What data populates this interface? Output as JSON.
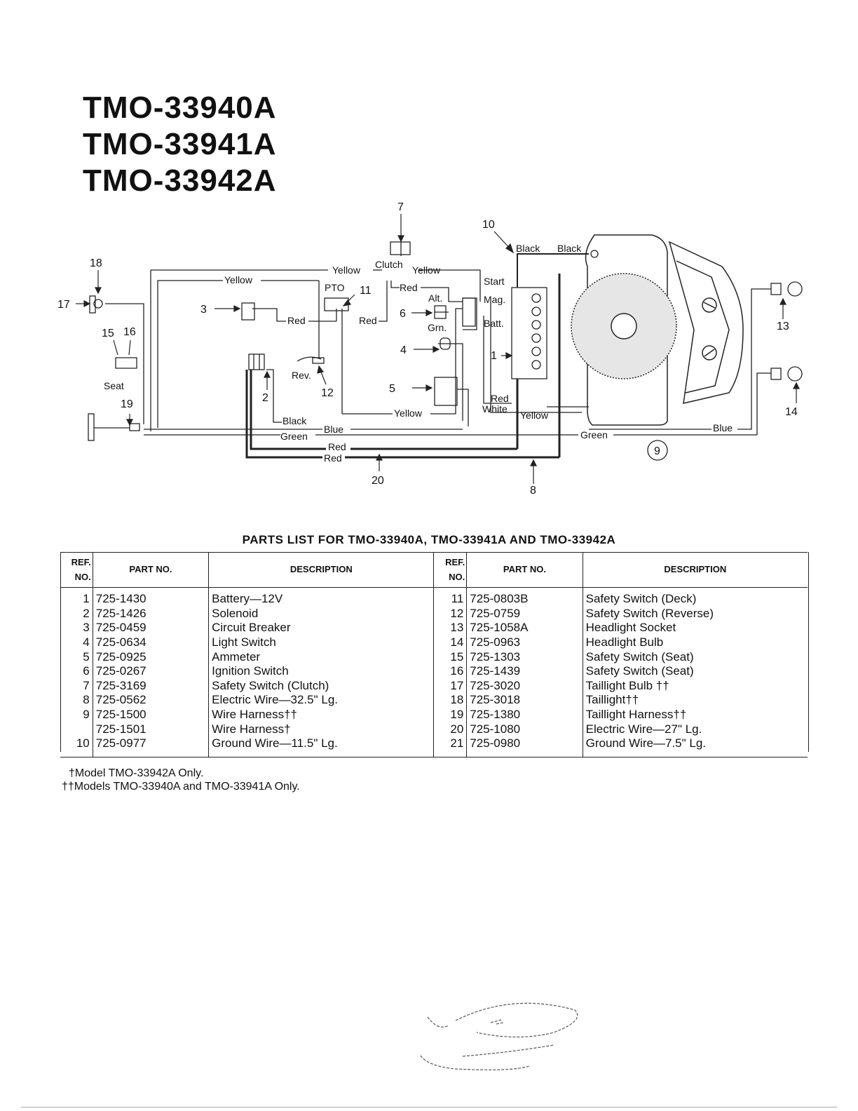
{
  "titles": [
    "TMO-33940A",
    "TMO-33941A",
    "TMO-33942A"
  ],
  "diagram": {
    "ref_labels": [
      "1",
      "2",
      "3",
      "4",
      "5",
      "6",
      "7",
      "8",
      "9",
      "10",
      "11",
      "12",
      "13",
      "14",
      "15",
      "16",
      "17",
      "18",
      "19",
      "20"
    ],
    "component_labels": {
      "clutch": "Clutch",
      "pto": "PTO",
      "start": "Start",
      "alt": "Alt.",
      "mag": "Mag.",
      "batt": "Batt.",
      "grn": "Grn.",
      "rev": "Rev.",
      "seat": "Seat"
    },
    "wire_labels": {
      "yellow": "Yellow",
      "red": "Red",
      "black": "Black",
      "blue": "Blue",
      "green": "Green",
      "white": "White"
    }
  },
  "parts_list": {
    "heading": "PARTS LIST FOR TMO-33940A, TMO-33941A AND TMO-33942A",
    "headers": {
      "ref": "REF. NO.",
      "part": "PART NO.",
      "desc": "DESCRIPTION"
    },
    "left": [
      {
        "ref": "1",
        "part": "725-1430",
        "desc": "Battery—12V"
      },
      {
        "ref": "2",
        "part": "725-1426",
        "desc": "Solenoid"
      },
      {
        "ref": "3",
        "part": "725-0459",
        "desc": "Circuit Breaker"
      },
      {
        "ref": "4",
        "part": "725-0634",
        "desc": "Light Switch"
      },
      {
        "ref": "5",
        "part": "725-0925",
        "desc": "Ammeter"
      },
      {
        "ref": "6",
        "part": "725-0267",
        "desc": "Ignition Switch"
      },
      {
        "ref": "7",
        "part": "725-3169",
        "desc": "Safety Switch (Clutch)"
      },
      {
        "ref": "8",
        "part": "725-0562",
        "desc": "Electric Wire—32.5\" Lg."
      },
      {
        "ref": "9",
        "part": "725-1500",
        "desc": "Wire Harness††"
      },
      {
        "ref": "",
        "part": "725-1501",
        "desc": "Wire Harness†"
      },
      {
        "ref": "10",
        "part": "725-0977",
        "desc": "Ground Wire—11.5\" Lg."
      }
    ],
    "right": [
      {
        "ref": "11",
        "part": "725-0803B",
        "desc": "Safety Switch (Deck)"
      },
      {
        "ref": "12",
        "part": "725-0759",
        "desc": "Safety Switch (Reverse)"
      },
      {
        "ref": "13",
        "part": "725-1058A",
        "desc": "Headlight Socket"
      },
      {
        "ref": "14",
        "part": "725-0963",
        "desc": "Headlight Bulb"
      },
      {
        "ref": "15",
        "part": "725-1303",
        "desc": "Safety Switch (Seat)"
      },
      {
        "ref": "16",
        "part": "725-1439",
        "desc": "Safety Switch (Seat)"
      },
      {
        "ref": "17",
        "part": "725-3020",
        "desc": "Taillight Bulb ††"
      },
      {
        "ref": "18",
        "part": "725-3018",
        "desc": "Taillight††"
      },
      {
        "ref": "19",
        "part": "725-1380",
        "desc": "Taillight Harness††"
      },
      {
        "ref": "20",
        "part": "725-1080",
        "desc": "Electric Wire—27\" Lg."
      },
      {
        "ref": "21",
        "part": "725-0980",
        "desc": "Ground Wire—7.5\" Lg."
      }
    ]
  },
  "footnotes": [
    "†Model TMO-33942A Only.",
    "††Models TMO-33940A and TMO-33941A Only."
  ]
}
